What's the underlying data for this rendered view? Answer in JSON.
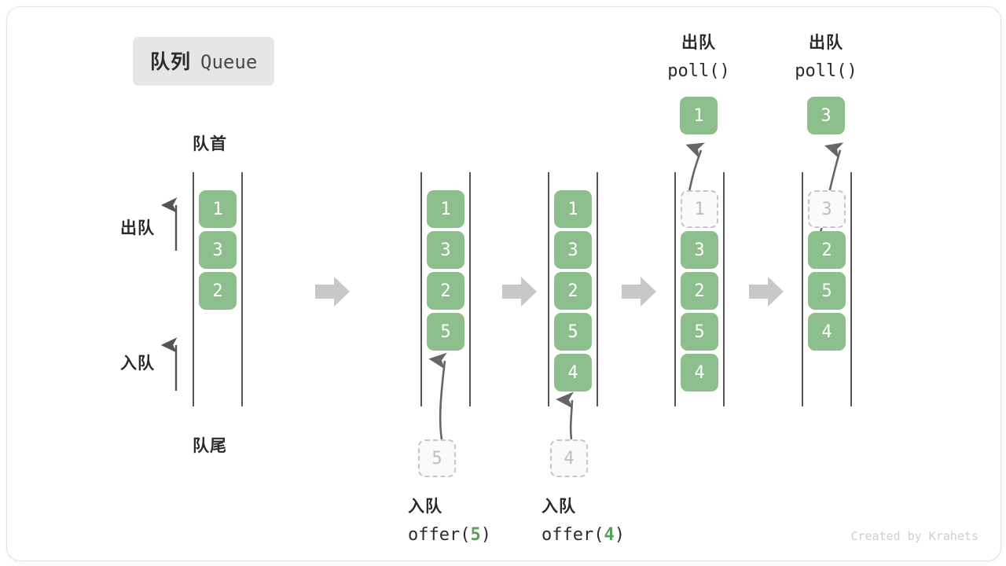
{
  "title": {
    "cn": "队列",
    "en": "Queue"
  },
  "axis_labels": {
    "head": "队首",
    "tail": "队尾",
    "dequeue": "出队",
    "enqueue": "入队"
  },
  "icons": {
    "transition": "right-block-arrow-icon",
    "up_arrow": "up-arrow-icon",
    "curved_arrow": "curved-arrow-icon"
  },
  "colors": {
    "cell_fill": "#8cbf8c",
    "cell_text": "#ffffff",
    "ghost_border": "#c6c6c6",
    "ghost_text": "#bdbdbd",
    "rail": "#555555",
    "transition_arrow": "#c8c8c8",
    "accent_code": "#5a9e5a",
    "badge_bg": "#e6e6e6"
  },
  "columns": [
    {
      "id": "state-0",
      "cells": [
        "1",
        "3",
        "2"
      ],
      "ghost_at": null
    },
    {
      "id": "state-1",
      "cells": [
        "1",
        "3",
        "2",
        "5"
      ],
      "ghost_at": null
    },
    {
      "id": "state-2",
      "cells": [
        "1",
        "3",
        "2",
        "5",
        "4"
      ],
      "ghost_at": null
    },
    {
      "id": "state-3",
      "cells": [
        "1",
        "3",
        "2",
        "5",
        "4"
      ],
      "ghost_at": 0
    },
    {
      "id": "state-4",
      "cells": [
        "3",
        "2",
        "5",
        "4"
      ],
      "ghost_at": 0
    }
  ],
  "operations": {
    "offer_5": {
      "cn": "入队",
      "fn": "offer(",
      "arg": "5",
      "close": ")",
      "pending_value": "5"
    },
    "offer_4": {
      "cn": "入队",
      "fn": "offer(",
      "arg": "4",
      "close": ")",
      "pending_value": "4"
    },
    "poll_1": {
      "cn": "出队",
      "fn": "poll()",
      "popped_value": "1"
    },
    "poll_3": {
      "cn": "出队",
      "fn": "poll()",
      "popped_value": "3"
    }
  },
  "credit": "Created by Krahets"
}
